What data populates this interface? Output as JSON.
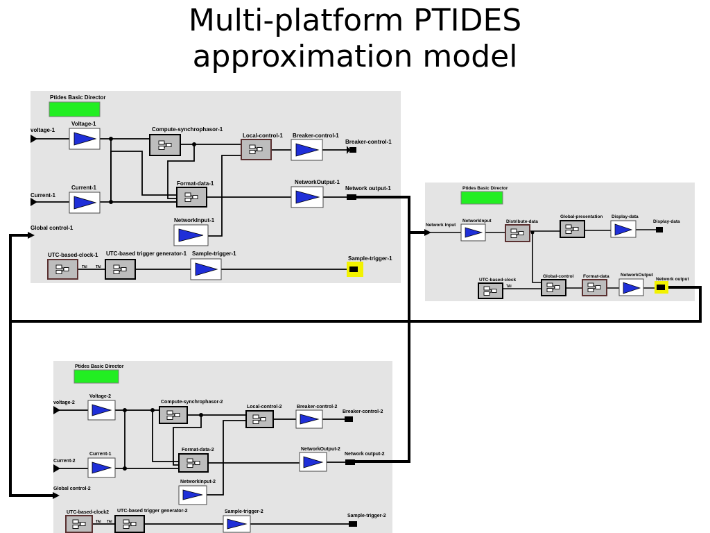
{
  "slide": {
    "title_line1": "Multi-platform PTIDES",
    "title_line2": "approximation model"
  },
  "platforms": {
    "p1": {
      "director": "Ptides Basic Director",
      "ports": {
        "voltage": "voltage-1",
        "current": "Current-1",
        "global_control": "Global control-1",
        "breaker_out": "Breaker-control-1",
        "network_out": "Network output-1",
        "sample_out": "Sample-trigger-1"
      },
      "actors": {
        "voltage": "Voltage-1",
        "current": "Current-1",
        "compute": "Compute-synchrophasor-1",
        "local": "Local-control-1",
        "breaker": "Breaker-control-1",
        "format": "Format-data-1",
        "netout": "NetworkOutput-1",
        "netin": "NetworkInput-1",
        "clock": "UTC-based-clock-1",
        "trigger_gen": "UTC-based trigger generator-1",
        "sample": "Sample-trigger-1"
      },
      "tau": "TAI"
    },
    "p2": {
      "director": "Ptides Basic Director",
      "ports": {
        "voltage": "voltage-2",
        "current": "Current-2",
        "global_control": "Global control-2",
        "breaker_out": "Breaker-control-2",
        "network_out": "Network output-2",
        "sample_out": "Sample-trigger-2"
      },
      "actors": {
        "voltage": "Voltage-2",
        "current": "Current-1",
        "compute": "Compute-synchrophasor-2",
        "local": "Local-control-2",
        "breaker": "Breaker-control-2",
        "format": "Format-data-2",
        "netout": "NetworkOutput-2",
        "netin": "NetworkInput-2",
        "clock": "UTC-based-clock2",
        "trigger_gen": "UTC-based trigger generator-2",
        "sample": "Sample-trigger-2"
      },
      "tau": "TAI"
    },
    "p3": {
      "director": "Ptides Basic Director",
      "ports": {
        "network_in": "Network Input",
        "display_out": "Display-data",
        "network_out": "Network output"
      },
      "actors": {
        "netin": "NetworkInput",
        "distribute": "Distribute-data",
        "global_pres": "Global-presentation",
        "display": "Display-data",
        "clock": "UTC-based-clock",
        "global_ctrl": "Global-control",
        "format": "Format-data",
        "netout": "NetworkOutput"
      },
      "tau": "TAI"
    }
  },
  "colors": {
    "panel": "#e4e4e4",
    "director": "#22ee22",
    "triangle": "#1f2fd8",
    "highlight": "#f2f200",
    "composite": "#bdbdbd"
  }
}
